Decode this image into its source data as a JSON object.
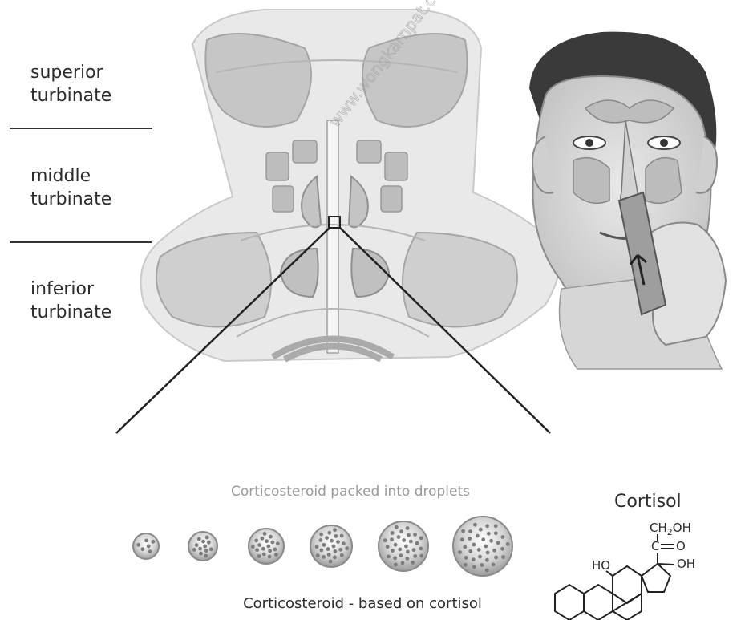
{
  "labels": {
    "superior": [
      "superior",
      "turbinate"
    ],
    "middle": [
      "middle",
      "turbinate"
    ],
    "inferior": [
      "inferior",
      "turbinate"
    ]
  },
  "droplets": {
    "title": "Corticosteroid packed into droplets",
    "caption": "Corticosteroid - based on cortisol",
    "count": 6
  },
  "molecule": {
    "name": "Cortisol",
    "group_ch2oh": "CH2OH",
    "group_carbonyl_c": "C",
    "group_carbonyl_o": "O",
    "group_oh": "OH",
    "group_ho": "HO"
  },
  "watermark": "www.wongkarnpat.com"
}
